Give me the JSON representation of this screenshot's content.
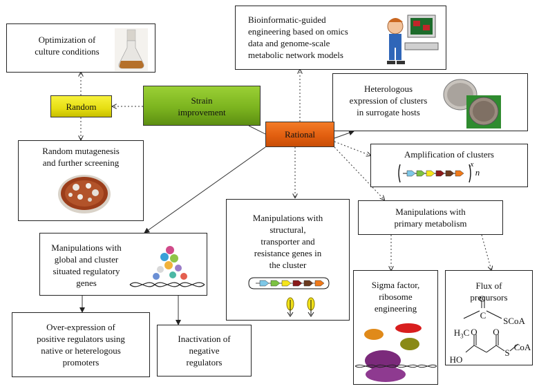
{
  "nodes": {
    "optimization": "Optimization of\nculture conditions",
    "random": "Random",
    "strain": "Strain\nimprovement",
    "mutagenesis": "Random mutagenesis\nand further screening",
    "bioinformatic": "Bioinformatic-guided\nengineering based on omics\ndata and genome-scale\nmetabolic network models",
    "heterologous": "Heterologous\nexpression of clusters\nin surrogate hosts",
    "rational": "Rational",
    "amplification": "Amplification of clusters",
    "amplification_exponent": "x",
    "amplification_n": "n",
    "structural": "Manipulations with\nstructural,\ntransporter and\nresistance genes in\nthe cluster",
    "primary": "Manipulations with\nprimary metabolism",
    "regulatory": "Manipulations with\nglobal and cluster\nsituated regulatory\ngenes",
    "overexpression": "Over-expression of\npositive regulators using\nnative or heterelogous\npromoters",
    "inactivation": "Inactivation of\nnegative\nregulators",
    "sigma": "Sigma factor,\nribosome\nengineering",
    "flux": "Flux of\nprecursors"
  },
  "chemistry": {
    "h3c": "H",
    "h3c_sub": "3",
    "h3c_c": "C",
    "carbon": "C",
    "o_top": "O",
    "scoa1": "SCoA",
    "o_left": "O",
    "o_right": "O",
    "ho": "HO",
    "s": "S",
    "coa": "CoA"
  },
  "colors": {
    "strain": "#7cb41f",
    "random": "#e6de12",
    "rational": "#e25f10",
    "gene_colors": [
      "#7ec8e8",
      "#7cc242",
      "#f5e51b",
      "#8b1a1a",
      "#6b3a1e",
      "#f07a1a"
    ]
  }
}
